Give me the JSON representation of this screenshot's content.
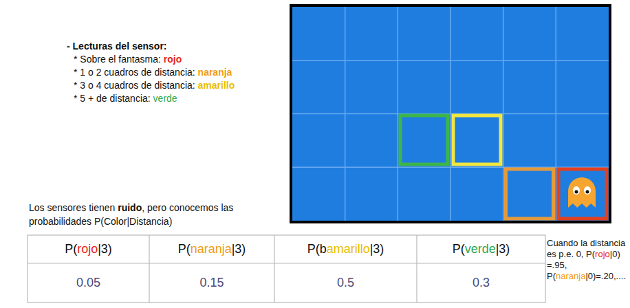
{
  "diagram": {
    "labels": [
      "- Lecturas del sensor:",
      "* Sobre el fantasma:",
      "rojo",
      "* 1 o 2 cuadros de distancia:",
      "naranja",
      "* 3 o 4 cuadros de distancia:",
      "amarillo",
      "* 5 + de distancia:",
      "verde",
      "Los sensores tienen",
      "ruido",
      ", pero conocemos las probabilidades P(Color|Distancia)",
      "P(",
      "rojo",
      "|3)",
      "P(",
      "naranja",
      "|3)",
      "P(b",
      "amarillo",
      "|3)",
      "P(",
      "verde",
      "|3)",
      "0.05",
      "0.15",
      "0.5",
      "0.3",
      "Cuando la distancia es p.e. 0, P(",
      "rojo",
      "|0) =.95, P(",
      "naranja",
      "|0)=.20,...."
    ]
  }
}
